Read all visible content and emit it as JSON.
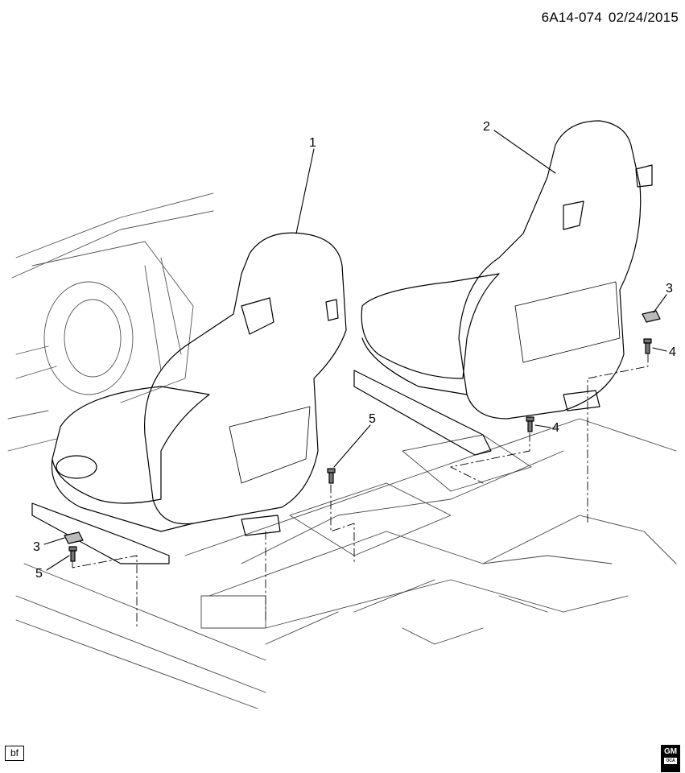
{
  "header": {
    "diagram_id": "6A14-074",
    "date": "02/24/2015"
  },
  "callouts": [
    {
      "id": "c1",
      "label": "1",
      "part": "seat-left"
    },
    {
      "id": "c2",
      "label": "2",
      "part": "seat-right"
    },
    {
      "id": "c3r",
      "label": "3",
      "part": "cover-right"
    },
    {
      "id": "c4r",
      "label": "4",
      "part": "bolt-right-rear"
    },
    {
      "id": "c4f",
      "label": "4",
      "part": "bolt-right-front"
    },
    {
      "id": "c5c",
      "label": "5",
      "part": "bolt-center"
    },
    {
      "id": "c3l",
      "label": "3",
      "part": "cover-left"
    },
    {
      "id": "c5l",
      "label": "5",
      "part": "bolt-left"
    }
  ],
  "footer": {
    "tag": "bf",
    "logo_text": "GM",
    "logo_sub": "OCA"
  }
}
